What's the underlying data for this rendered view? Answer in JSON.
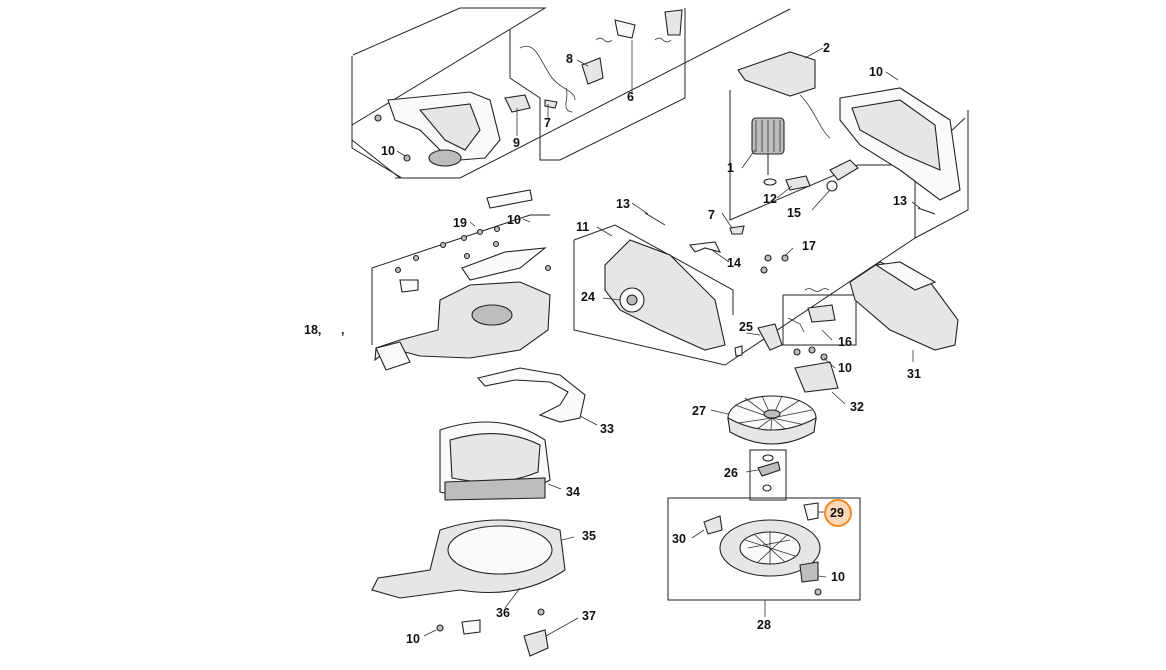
{
  "callouts": {
    "c1": "1",
    "c2": "2",
    "c6": "6",
    "c7a": "7",
    "c7b": "7",
    "c8": "8",
    "c9": "9",
    "c10a": "10",
    "c10b": "10",
    "c10c": "10",
    "c10d": "10",
    "c10e": "10",
    "c10f": "10",
    "c11": "11",
    "c12": "12",
    "c13a": "13",
    "c13b": "13",
    "c14": "14",
    "c15": "15",
    "c16": "16",
    "c17": "17",
    "c18": "18,",
    "c18b": ",",
    "c19": "19",
    "c24": "24",
    "c25": "25",
    "c26": "26",
    "c27": "27",
    "c28": "28",
    "c29": "29",
    "c30": "30",
    "c31": "31",
    "c32": "32",
    "c33": "33",
    "c34": "34",
    "c35": "35",
    "c36": "36",
    "c37": "37"
  },
  "highlight_color": "#f08a28"
}
